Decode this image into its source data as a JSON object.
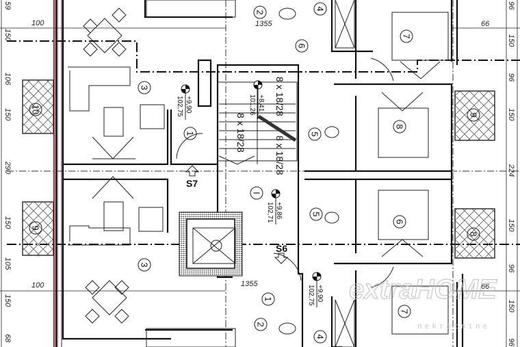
{
  "dimensions": {
    "left": [
      "59",
      "150",
      "106",
      "150",
      "290",
      "150",
      "105",
      "150",
      "68"
    ],
    "right": [
      "96",
      "150",
      "96",
      "150",
      "224",
      "150",
      "96",
      "150",
      "96"
    ],
    "horizontal_left": [
      "100",
      "100"
    ],
    "horizontal_right": [
      "66",
      "66"
    ],
    "door_widths": [
      "1355",
      "1355"
    ]
  },
  "rooms": {
    "living_top": "3",
    "living_bottom": "3",
    "balcony_left_top": "10",
    "balcony_left_bottom": "9",
    "entry_left": "1",
    "entry_right": "1",
    "stair_hall": "I",
    "wc_top": "2",
    "wc_bottom": "2",
    "storage_top": "4",
    "storage_bottom": "4",
    "hall_top": "6",
    "bedroom_top": "7",
    "bedroom_bottom": "7",
    "bath_top": "5",
    "bath_bottom": "5",
    "bedroom_mid_top": "8",
    "bedroom_mid_bottom": "6",
    "balcony_right_top": "9",
    "balcony_right_bottom": "8"
  },
  "stairs": [
    "8 x 18/28",
    "8 x 18/28",
    "8 x 18/28"
  ],
  "levels": [
    {
      "rel": "+9,90",
      "abs": "102,75"
    },
    {
      "rel": "+8,41",
      "abs": "101,26"
    },
    {
      "rel": "+9,86",
      "abs": "102,71"
    },
    {
      "rel": "+9,90",
      "abs": "102,75"
    }
  ],
  "sections": [
    "S7",
    "S6"
  ],
  "watermark": {
    "brand": "extraHOME",
    "sub": "nekretnine"
  },
  "colors": {
    "line": "#111111",
    "red_line": "#c0202a"
  }
}
